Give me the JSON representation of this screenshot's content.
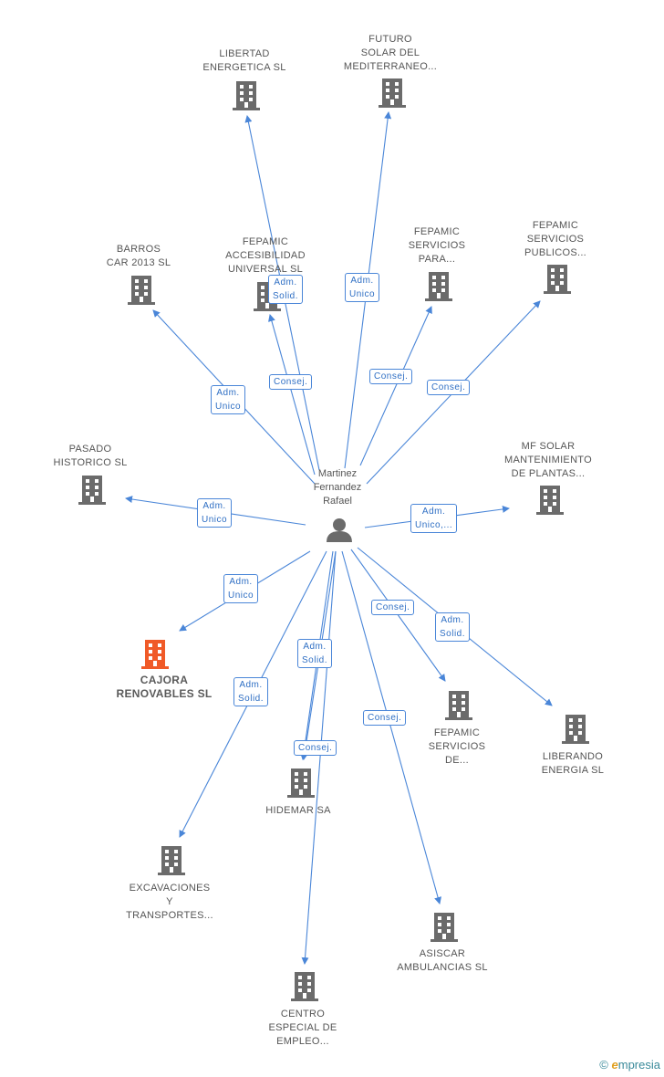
{
  "person": {
    "name": "Martinez\nFernandez\nRafael"
  },
  "companies": [
    {
      "id": "libertad",
      "label": "LIBERTAD\nENERGETICA SL"
    },
    {
      "id": "futuro",
      "label": "FUTURO\nSOLAR DEL\nMEDITERRANEO..."
    },
    {
      "id": "barros",
      "label": "BARROS\nCAR 2013 SL"
    },
    {
      "id": "fepamic-acc",
      "label": "FEPAMIC\nACCESIBILIDAD\nUNIVERSAL SL"
    },
    {
      "id": "fepamic-serv",
      "label": "FEPAMIC\nSERVICIOS\nPARA..."
    },
    {
      "id": "fepamic-pub",
      "label": "FEPAMIC\nSERVICIOS\nPUBLICOS..."
    },
    {
      "id": "pasado",
      "label": "PASADO\nHISTORICO SL"
    },
    {
      "id": "mfsolar",
      "label": "MF SOLAR\nMANTENIMIENTO\nDE PLANTAS..."
    },
    {
      "id": "cajora",
      "label": "CAJORA\nRENOVABLES SL",
      "highlight": true
    },
    {
      "id": "fepamic-de",
      "label": "FEPAMIC\nSERVICIOS\nDE..."
    },
    {
      "id": "liberando",
      "label": "LIBERANDO\nENERGIA SL"
    },
    {
      "id": "hidemar",
      "label": "HIDEMAR SA"
    },
    {
      "id": "excav",
      "label": "EXCAVACIONES\nY\nTRANSPORTES..."
    },
    {
      "id": "asiscar",
      "label": "ASISCAR\nAMBULANCIAS SL"
    },
    {
      "id": "centro",
      "label": "CENTRO\nESPECIAL DE\nEMPLEO..."
    }
  ],
  "relations": [
    {
      "to": "libertad",
      "label": "Adm.\nSolid."
    },
    {
      "to": "futuro",
      "label": "Adm.\nUnico"
    },
    {
      "to": "barros",
      "label": "Adm.\nUnico"
    },
    {
      "to": "fepamic-acc",
      "label": "Consej."
    },
    {
      "to": "fepamic-serv",
      "label": "Consej."
    },
    {
      "to": "fepamic-pub",
      "label": "Consej."
    },
    {
      "to": "pasado",
      "label": "Adm.\nUnico"
    },
    {
      "to": "mfsolar",
      "label": "Adm.\nUnico,..."
    },
    {
      "to": "cajora",
      "label": "Adm.\nUnico"
    },
    {
      "to": "fepamic-de",
      "label": "Consej."
    },
    {
      "to": "liberando",
      "label": "Adm.\nSolid."
    },
    {
      "to": "hidemar",
      "label": "Adm.\nSolid."
    },
    {
      "to": "hidemar",
      "label": "Consej."
    },
    {
      "to": "excav",
      "label": "Adm.\nSolid."
    },
    {
      "to": "asiscar",
      "label": "Consej."
    }
  ],
  "colors": {
    "edge": "#4a86d8",
    "building": "#6b6b6b",
    "building_highlight": "#f05a28",
    "person": "#6b6b6b"
  },
  "icons": {
    "company": "building-icon",
    "person": "person-icon"
  },
  "brand": {
    "copyright": "©",
    "name": "mpresia",
    "initial": "e"
  }
}
